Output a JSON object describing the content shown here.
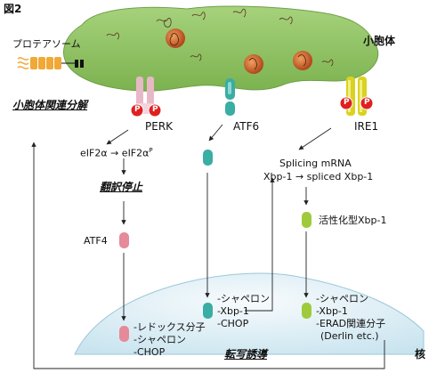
{
  "figure": {
    "label": "図2"
  },
  "proteasome": {
    "label": "プロテアソーム"
  },
  "er": {
    "label": "小胞体"
  },
  "er_degradation": {
    "label": "小胞体関連分解"
  },
  "sensors": {
    "perk": "PERK",
    "atf6": "ATF6",
    "ire1": "IRE1",
    "phospho": "P"
  },
  "perk_path": {
    "eif": "eIF2α → eIF2α",
    "eif_sup": "P",
    "translation": "翻訳停止",
    "atf4": "ATF4"
  },
  "ire1_path": {
    "splicing": "Splicing mRNA",
    "xbp": "Xbp-1 → spliced Xbp-1",
    "active": "活性化型Xbp-1"
  },
  "nucleus": {
    "label": "核",
    "induction": "転写誘導",
    "atf4_targets": [
      "-レドックス分子",
      "-シャペロン",
      "-CHOP"
    ],
    "atf6_targets": [
      "-シャペロン",
      "-Xbp-1",
      "-CHOP"
    ],
    "xbp_targets": [
      "-シャペロン",
      "-Xbp-1",
      "-ERAD関連分子",
      "(Derlin etc.)"
    ]
  },
  "colors": {
    "er_fill": "#8fc165",
    "nucleus_fill": "#dbeef5",
    "perk": "#e9b8c6",
    "atf6": "#3aada4",
    "ire1": "#d9d220",
    "phospho": "#e02020",
    "xbp": "#9fca3c",
    "atf4": "#e58a98"
  }
}
